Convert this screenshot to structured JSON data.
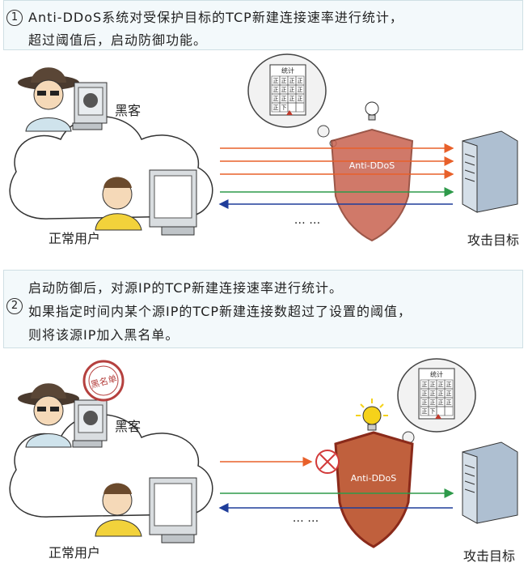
{
  "step1": {
    "number": "1",
    "lines": [
      "Anti-DDoS系统对受保护目标的TCP新建连接速率进行统计，",
      "超过阈值后，启动防御功能。"
    ]
  },
  "step2": {
    "number": "2",
    "lines": [
      "启动防御后，对源IP的TCP新建连接速率进行统计。",
      "如果指定时间内某个源IP的TCP新建连接数超过了设置的阈值，",
      "则将该源IP加入黑名单。"
    ]
  },
  "labels": {
    "hacker": "黑客",
    "normal_user": "正常用户",
    "target": "攻击目标",
    "shield": "Anti-DDoS",
    "stats": "统计",
    "ellipsis": "… …",
    "blacklist": "黑名单"
  },
  "tally": {
    "rows": [
      [
        "正",
        "正",
        "正",
        "正"
      ],
      [
        "正",
        "正",
        "正",
        "正"
      ],
      [
        "正",
        "正",
        "正",
        "正"
      ],
      [
        "正",
        "下",
        "",
        ""
      ]
    ]
  },
  "colors": {
    "attack": "#e8602a",
    "normal_out": "#2e9a4a",
    "normal_back": "#1f3d9a",
    "shield": "#b94a3a",
    "stamp": "#b5403e",
    "bulb_lit": "#f5d21a"
  }
}
